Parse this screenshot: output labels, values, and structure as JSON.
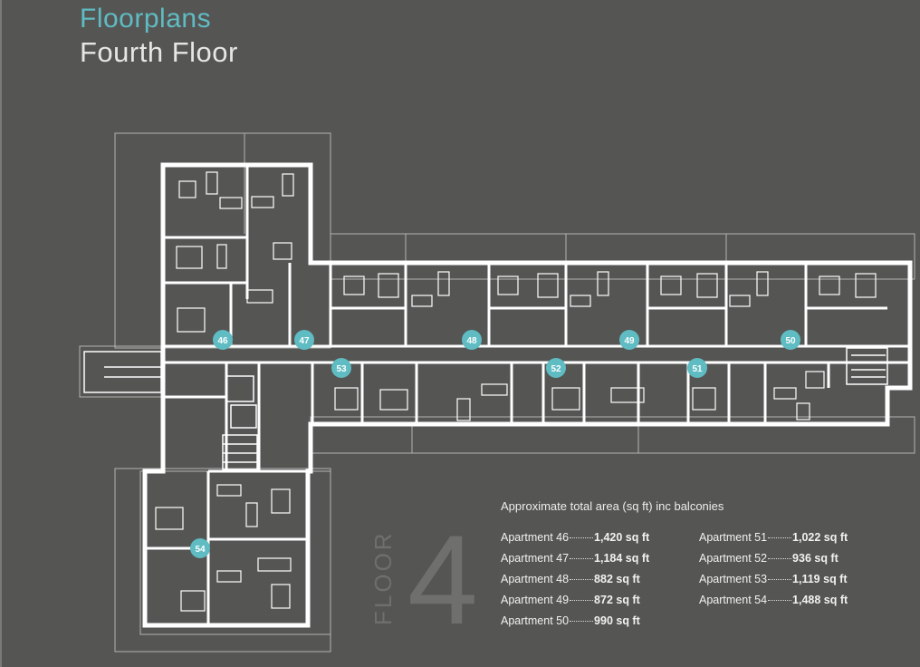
{
  "header": {
    "title": "Floorplans",
    "subtitle": "Fourth Floor"
  },
  "floor": {
    "word": "FLOOR",
    "number": "4"
  },
  "area": {
    "heading": "Approximate total area (sq ft) inc balconies",
    "apartments_left": [
      {
        "name": "Apartment 46",
        "area": "1,420 sq ft"
      },
      {
        "name": "Apartment 47",
        "area": "1,184 sq ft"
      },
      {
        "name": "Apartment 48",
        "area": "882 sq ft"
      },
      {
        "name": "Apartment 49",
        "area": "872 sq ft"
      },
      {
        "name": "Apartment 50",
        "area": "990 sq ft"
      }
    ],
    "apartments_right": [
      {
        "name": "Apartment 51",
        "area": "1,022 sq ft"
      },
      {
        "name": "Apartment 52",
        "area": "936 sq ft"
      },
      {
        "name": "Apartment 53",
        "area": "1,119 sq ft"
      },
      {
        "name": "Apartment 54",
        "area": "1,488 sq ft"
      }
    ]
  },
  "markers": [
    "46",
    "47",
    "48",
    "49",
    "50",
    "51",
    "52",
    "53",
    "54"
  ],
  "colors": {
    "background": "#555554",
    "accent": "#5fbcc2",
    "wall": "#ffffff"
  }
}
